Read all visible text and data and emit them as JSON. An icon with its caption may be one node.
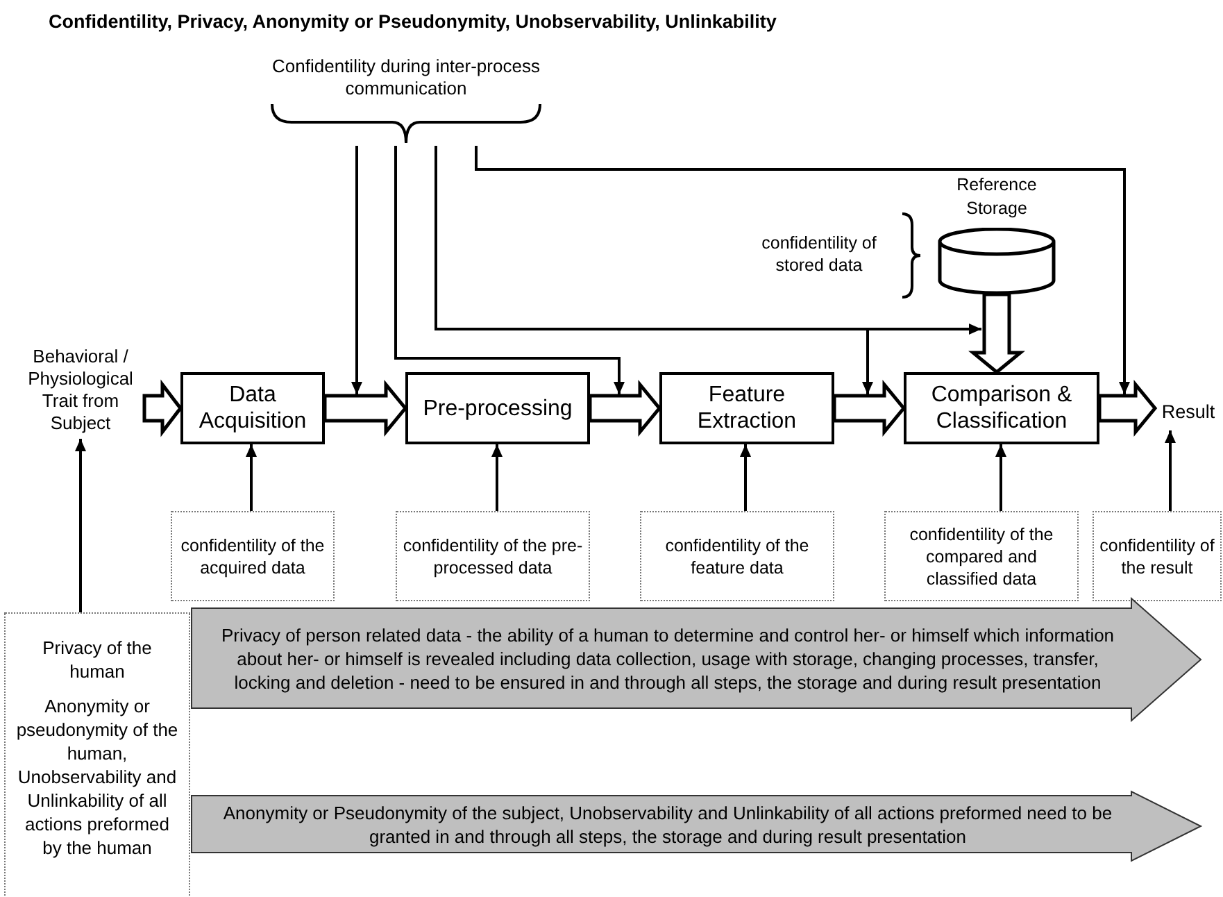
{
  "diagram": {
    "title": "Confidentility, Privacy, Anonymity or Pseudonymity, Unobservability, Unlinkability",
    "nodes": [
      {
        "text": [
          "Confidentility during inter-process communication"
        ]
      },
      {
        "text": [
          "Reference Storage"
        ],
        "beside": [
          "confidentility of stored data"
        ]
      },
      {
        "text": [
          "Behavioral / Physiological Trait from Subject"
        ]
      },
      {
        "text": [
          "Data Acquisition"
        ]
      },
      {
        "text": [
          "Pre-processing"
        ]
      },
      {
        "text": [
          "Feature Extraction"
        ]
      },
      {
        "text": [
          "Comparison & Classification"
        ]
      },
      {
        "text": [
          "Result"
        ]
      },
      {
        "text": [
          "confidentility of the acquired data"
        ]
      },
      {
        "text": [
          "confidentility of the pre-processed data"
        ]
      },
      {
        "text": [
          "confidentility of the feature data"
        ]
      },
      {
        "text": [
          "confidentility of the compared and classified data"
        ]
      },
      {
        "text": [
          "confidentility of the result"
        ]
      },
      {
        "text": [
          "Privacy of the human",
          "Anonymity or pseudonymity of the human, Unobservability and Unlinkability of all actions preformed by the human"
        ]
      },
      {
        "text": [
          "Privacy of person related data - the ability of a human to determine and control her- or himself which information about her- or himself is revealed including data collection, usage with storage, changing processes, transfer, locking and deletion - need to be ensured in and through all steps, the storage and during result presentation"
        ]
      },
      {
        "text": [
          "Anonymity or Pseudonymity of the subject, Unobservability and Unlinkability of all actions preformed need to be granted in and through all steps, the storage and during result presentation"
        ]
      }
    ],
    "edges": [
      {
        "from": 2,
        "to": 3,
        "arrow": "to",
        "style": "thick"
      },
      {
        "from": 3,
        "to": 4,
        "arrow": "to",
        "style": "thick"
      },
      {
        "from": 4,
        "to": 5,
        "arrow": "to",
        "style": "thick"
      },
      {
        "from": 5,
        "to": 6,
        "arrow": "to",
        "style": "thick"
      },
      {
        "from": 6,
        "to": 7,
        "arrow": "to",
        "style": "thick"
      },
      {
        "from": 1,
        "to": 6,
        "arrow": "to",
        "style": "thick"
      },
      {
        "from": 0,
        "to": 3,
        "arrow": "to"
      },
      {
        "from": 0,
        "to": 4,
        "arrow": "to"
      },
      {
        "from": 0,
        "to": 1,
        "arrow": "to"
      },
      {
        "from": 0,
        "to": 5,
        "arrow": "to"
      },
      {
        "from": 0,
        "to": 6,
        "arrow": "to"
      },
      {
        "from": 8,
        "to": 3,
        "arrow": "to"
      },
      {
        "from": 9,
        "to": 4,
        "arrow": "to"
      },
      {
        "from": 10,
        "to": 5,
        "arrow": "to"
      },
      {
        "from": 11,
        "to": 6,
        "arrow": "to"
      },
      {
        "from": 12,
        "to": 7,
        "arrow": "to"
      },
      {
        "from": 13,
        "to": 2,
        "arrow": "to"
      }
    ]
  }
}
